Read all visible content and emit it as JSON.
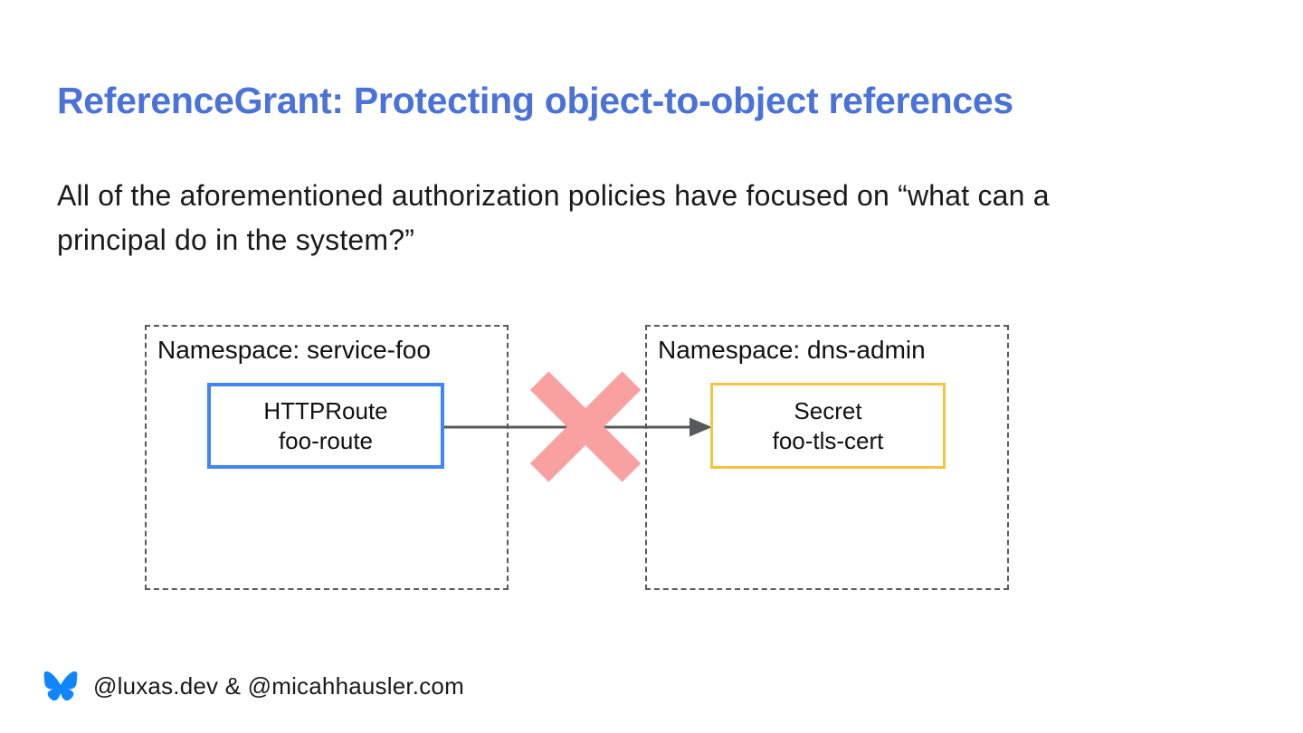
{
  "slide": {
    "title": "ReferenceGrant: Protecting object-to-object references",
    "body_lines": [
      "All of the aforementioned authorization policies have focused on “what can a",
      "principal do in the system?”"
    ]
  },
  "diagram": {
    "source_namespace": {
      "label": "Namespace: service-foo",
      "node_kind": "HTTPRoute",
      "node_name": "foo-route"
    },
    "target_namespace": {
      "label": "Namespace: dns-admin",
      "node_kind": "Secret",
      "node_name": "foo-tls-cert"
    },
    "arrow_icon": "right-arrow-icon",
    "blocked_icon": "x-mark-icon"
  },
  "footer": {
    "logo_icon": "bluesky-butterfly-icon",
    "handles": "@luxas.dev & @micahhausler.com"
  },
  "colors": {
    "title_blue": "#4a72d8",
    "body_text": "#1a1a1a",
    "httproute_border": "#4285f4",
    "secret_border": "#f5c443",
    "x_mark_pink": "#f9a1a0",
    "arrow_gray": "#58595b",
    "dashed_gray": "#595959",
    "bluesky_blue": "#1185fe"
  }
}
